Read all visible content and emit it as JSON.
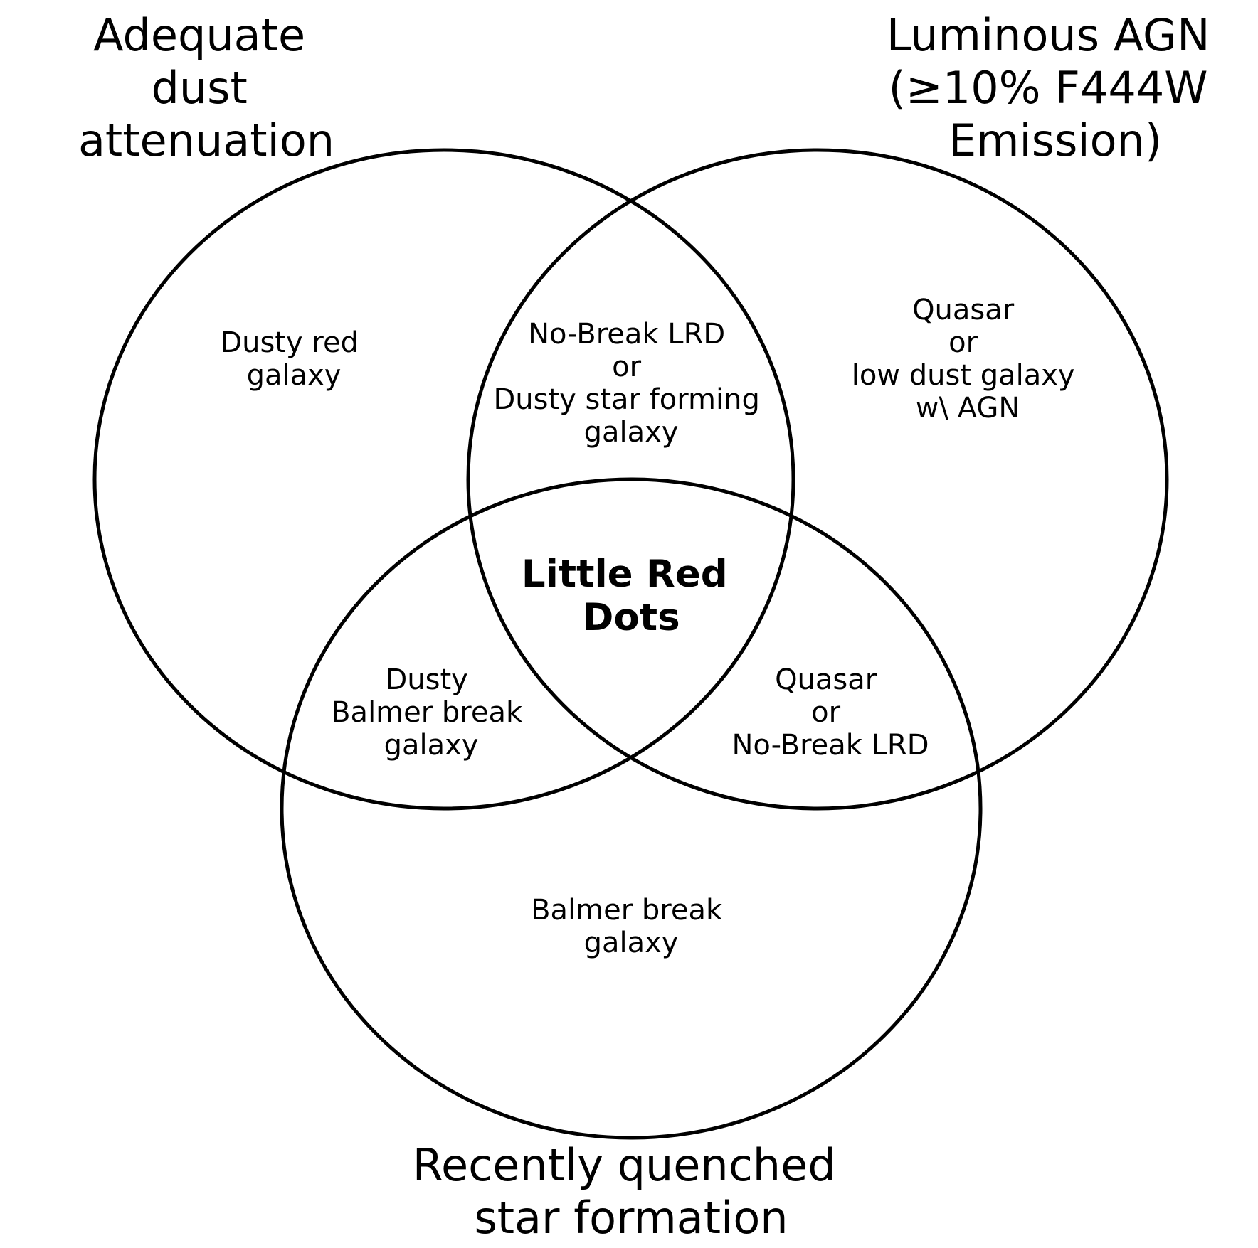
{
  "sets": {
    "dust": {
      "label_lines": [
        "Adequate",
        "dust",
        "attenuation"
      ]
    },
    "agn": {
      "label_lines": [
        "Luminous AGN",
        "(≥10% F444W",
        "Emission)"
      ]
    },
    "quenched": {
      "label_lines": [
        "Recently quenched",
        "star formation"
      ]
    }
  },
  "regions": {
    "dust_only": {
      "lines": [
        "Dusty red",
        "galaxy"
      ]
    },
    "dust_agn": {
      "lines": [
        "No-Break LRD",
        "or",
        "Dusty star forming",
        "galaxy"
      ]
    },
    "agn_only": {
      "lines": [
        "Quasar",
        "or",
        "low dust galaxy",
        "w\\ AGN"
      ]
    },
    "dust_quenched": {
      "lines": [
        "Dusty",
        "Balmer break",
        "galaxy"
      ]
    },
    "agn_quenched": {
      "lines": [
        "Quasar",
        "or",
        "No-Break LRD"
      ]
    },
    "quenched_only": {
      "lines": [
        "Balmer break",
        "galaxy"
      ]
    },
    "all_three": {
      "lines": [
        "Little Red",
        "Dots"
      ]
    }
  },
  "colors": {
    "stroke": "#000000",
    "text": "#000000",
    "background": "#ffffff"
  }
}
